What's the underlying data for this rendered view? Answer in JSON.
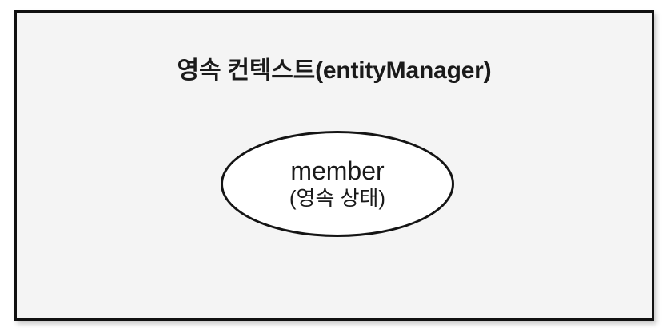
{
  "diagram": {
    "context_box": {
      "title": "영속 컨텍스트(entityManager)"
    },
    "entity": {
      "name": "member",
      "state": "(영속 상태)"
    }
  },
  "colors": {
    "page_background": "#ffffff",
    "box_fill": "#f4f4f4",
    "box_border": "#111111",
    "ellipse_fill": "#ffffff",
    "ellipse_border": "#141414",
    "text": "#1a1a1a"
  }
}
